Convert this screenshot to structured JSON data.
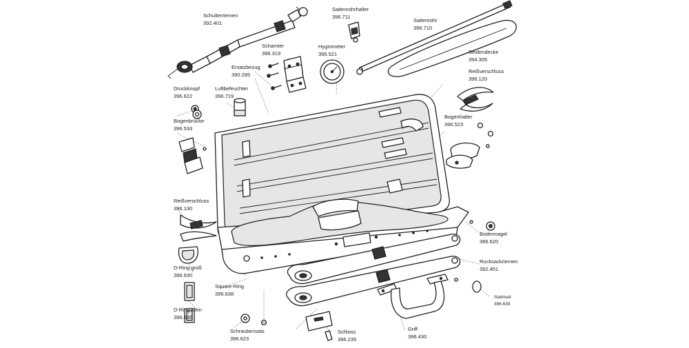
{
  "labels": {
    "schulterriemen": {
      "name": "Schulterriemen",
      "code": "392.401"
    },
    "saitenrohrhalter": {
      "name": "Saitenrohrhalter",
      "code": "396.711"
    },
    "saitenrohr": {
      "name": "Saitenrohr",
      "code": "396.710"
    },
    "scharnier": {
      "name": "Scharnier",
      "code": "396.319"
    },
    "hygrometer": {
      "name": "Hygrometer",
      "code": "396.521"
    },
    "seidendecke": {
      "name": "Seidendecke",
      "code": "394.305"
    },
    "ersatzbezug": {
      "name": "Ersatzbezug",
      "code": "390.295"
    },
    "reissverschluss_top": {
      "name": "Reißverschluss",
      "code": "396.120"
    },
    "druckknopf": {
      "name": "Druckknopf",
      "code": "396.622"
    },
    "luftbefeuchter": {
      "name": "Luftbefeuchter",
      "code": "396.719"
    },
    "bogenbruecke": {
      "name": "Bogenbrücke",
      "code": "396.533"
    },
    "bogenhalter": {
      "name": "Bogenhalter",
      "code": "396.523"
    },
    "reissverschluss_left": {
      "name": "Reißverschluss",
      "code": "396.130"
    },
    "bodennagel": {
      "name": "Bodennagel",
      "code": "396.620"
    },
    "rucksackriemen": {
      "name": "Rucksackriemen",
      "code": "392.451"
    },
    "d_ring_gross": {
      "name": "D-Ring groß",
      "code": "396.630"
    },
    "square_ring": {
      "name": "Square-Ring",
      "code": "396.638"
    },
    "stahlseil": {
      "name": "Stahlseil",
      "code": "396.639"
    },
    "d_ring_klein": {
      "name": "D-Ring klein",
      "code": "396.635"
    },
    "schraubensatz": {
      "name": "Schraubensatz",
      "code": "396.623"
    },
    "schloss": {
      "name": "Schloss",
      "code": "396.235"
    },
    "griff": {
      "name": "Griff",
      "code": "396.430"
    }
  }
}
